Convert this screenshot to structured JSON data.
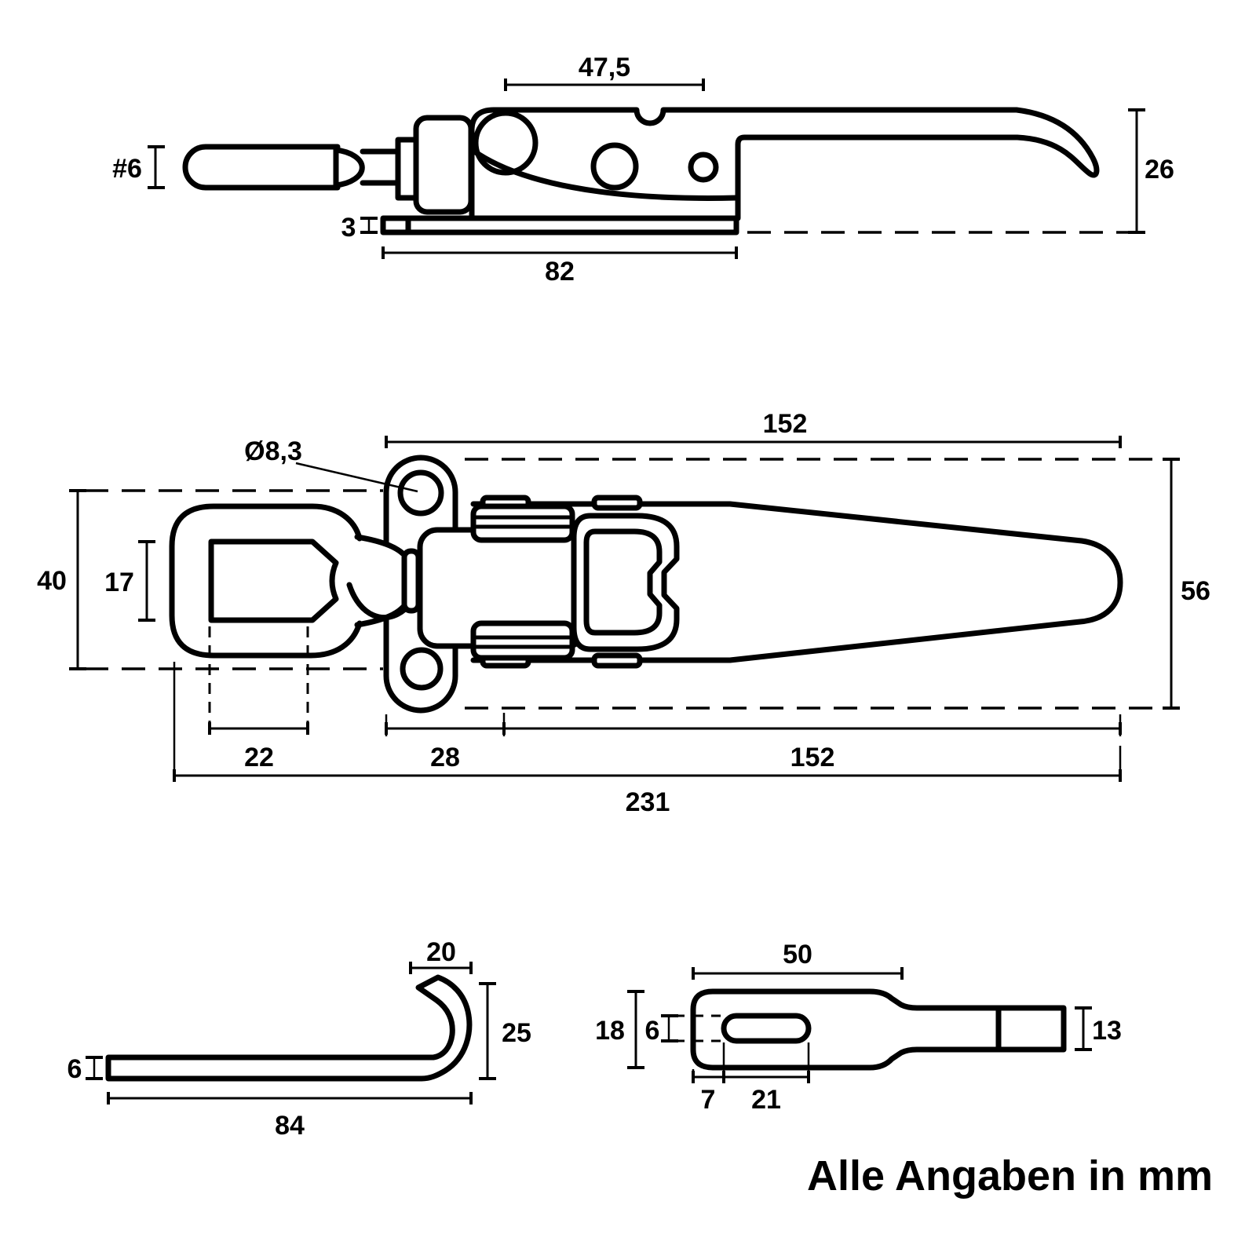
{
  "note": "Alle Angaben in mm",
  "colors": {
    "ink": "#000000",
    "paper": "#ffffff"
  },
  "side_view": {
    "hole_span": "47,5",
    "rod_dia": "#6",
    "base_thickness": "3",
    "base_length": "82",
    "hook_height": "26"
  },
  "plan_view": {
    "length_top": "152",
    "hole_dia": "Ø8,3",
    "eye_width": "40",
    "eye_opening_height": "17",
    "eye_opening_length": "22",
    "hinge_offset": "28",
    "length_bottom": "152",
    "total_length": "231",
    "blade_width": "56"
  },
  "hook_view": {
    "tip_width": "20",
    "height": "25",
    "thickness": "6",
    "length": "84"
  },
  "keeper_view": {
    "body_length": "50",
    "body_width": "18",
    "slot_width": "6",
    "tongue_width": "13",
    "slot_offset": "7",
    "slot_length": "21"
  }
}
